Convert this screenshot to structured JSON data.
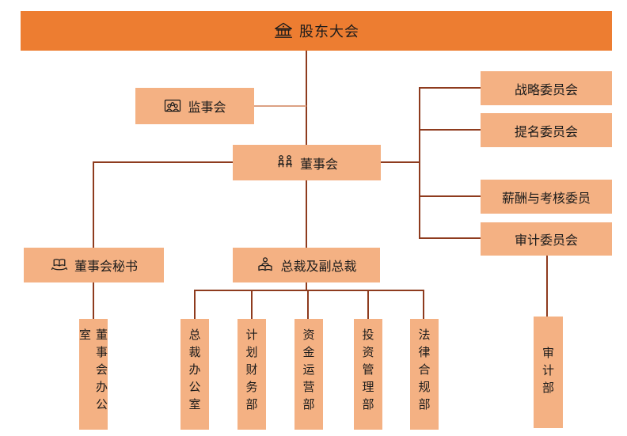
{
  "colors": {
    "banner_fill": "#ED7D31",
    "node_fill": "#F4B183",
    "connector_dark": "#8E3B1E",
    "connector_light": "#DCA184",
    "text": "#1b1b1b",
    "background": "#ffffff"
  },
  "org_chart": {
    "root": {
      "label": "股东大会",
      "icon": "bank-icon"
    },
    "supervisory": {
      "label": "监事会",
      "icon": "group-frame-icon"
    },
    "board": {
      "label": "董事会",
      "icon": "meeting-icon"
    },
    "secretary": {
      "label": "董事会秘书",
      "icon": "book-hand-icon"
    },
    "president": {
      "label": "总裁及副总裁",
      "icon": "person-desk-icon"
    },
    "committees": [
      {
        "label": "战略委员会"
      },
      {
        "label": "提名委员会"
      },
      {
        "label": "薪酬与考核委员"
      },
      {
        "label": "审计委员会"
      }
    ],
    "departments": [
      {
        "label": "董事会办公室"
      },
      {
        "label": "总裁办公室"
      },
      {
        "label": "计划财务部"
      },
      {
        "label": "资金运营部"
      },
      {
        "label": "投资管理部"
      },
      {
        "label": "法律合规部"
      },
      {
        "label": "审计部"
      }
    ]
  }
}
